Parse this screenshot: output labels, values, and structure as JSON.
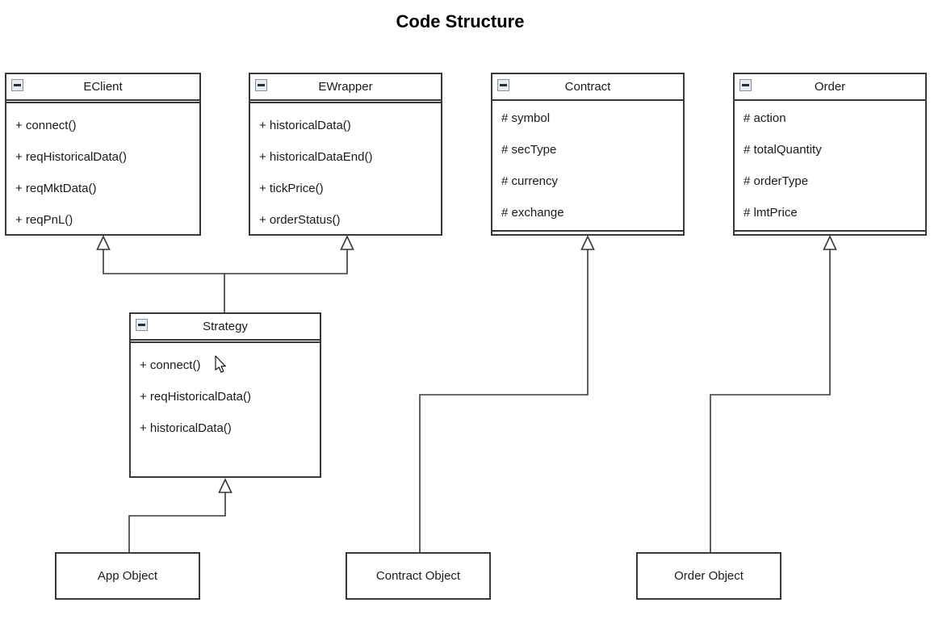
{
  "title": "Code Structure",
  "classes": [
    {
      "name": "EClient",
      "members": [
        "+ connect()",
        "+ reqHistoricalData()",
        "+ reqMktData()",
        "+ reqPnL()"
      ]
    },
    {
      "name": "EWrapper",
      "members": [
        "+ historicalData()",
        "+ historicalDataEnd()",
        "+ tickPrice()",
        "+ orderStatus()"
      ]
    },
    {
      "name": "Contract",
      "members": [
        "# symbol",
        "# secType",
        "# currency",
        "# exchange"
      ]
    },
    {
      "name": "Order",
      "members": [
        "# action",
        "# totalQuantity",
        "# orderType",
        "# lmtPrice"
      ]
    },
    {
      "name": "Strategy",
      "members": [
        "+ connect()",
        "+ reqHistoricalData()",
        "+ historicalData()"
      ]
    }
  ],
  "objects": [
    {
      "label": "App Object"
    },
    {
      "label": "Contract Object"
    },
    {
      "label": "Order Object"
    }
  ],
  "relations": [
    {
      "from": "Strategy",
      "to": "EClient",
      "type": "inheritance"
    },
    {
      "from": "Strategy",
      "to": "EWrapper",
      "type": "inheritance"
    },
    {
      "from": "App Object",
      "to": "Strategy",
      "type": "inheritance"
    },
    {
      "from": "Contract Object",
      "to": "Contract",
      "type": "inheritance"
    },
    {
      "from": "Order Object",
      "to": "Order",
      "type": "inheritance"
    }
  ],
  "colors": {
    "stroke": "#383838",
    "text": "#1a1a1a",
    "collapse_icon_bg": "#e4ebf5",
    "background": "#ffffff"
  }
}
